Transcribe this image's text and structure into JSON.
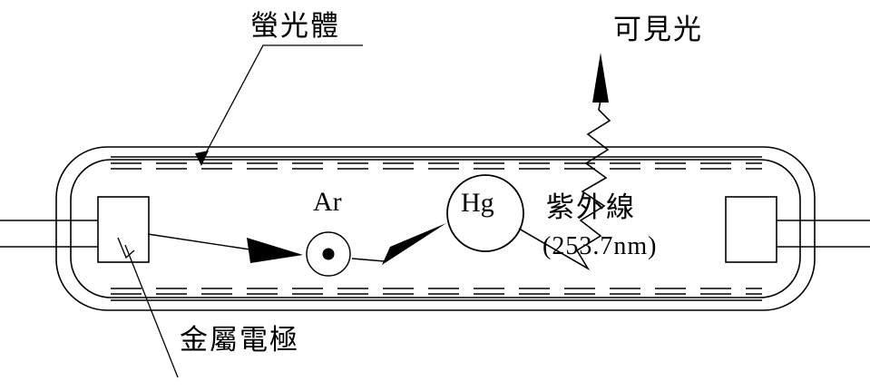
{
  "diagram": {
    "title": "Fluorescent lamp cross-section",
    "stroke_color": "#000000",
    "background_color": "#ffffff",
    "labels": {
      "phosphor": "螢光體",
      "visible_light": "可見光",
      "ultraviolet": "紫外線",
      "uv_wavelength": "(253.7nm)",
      "metal_electrode": "金屬電極",
      "argon": "Ar",
      "mercury": "Hg"
    },
    "components": {
      "tube": "glass-tube-double-wall",
      "coating": "phosphor-dashed-coating",
      "left_electrode": "metal-electrode-rectangle",
      "right_electrode": "metal-electrode-rectangle",
      "argon_atom": "argon-circle-with-dot",
      "mercury_atom": "mercury-circle",
      "uv_wave": "zigzag-ultraviolet-ray",
      "visible_ray": "visible-light-arrow"
    }
  }
}
